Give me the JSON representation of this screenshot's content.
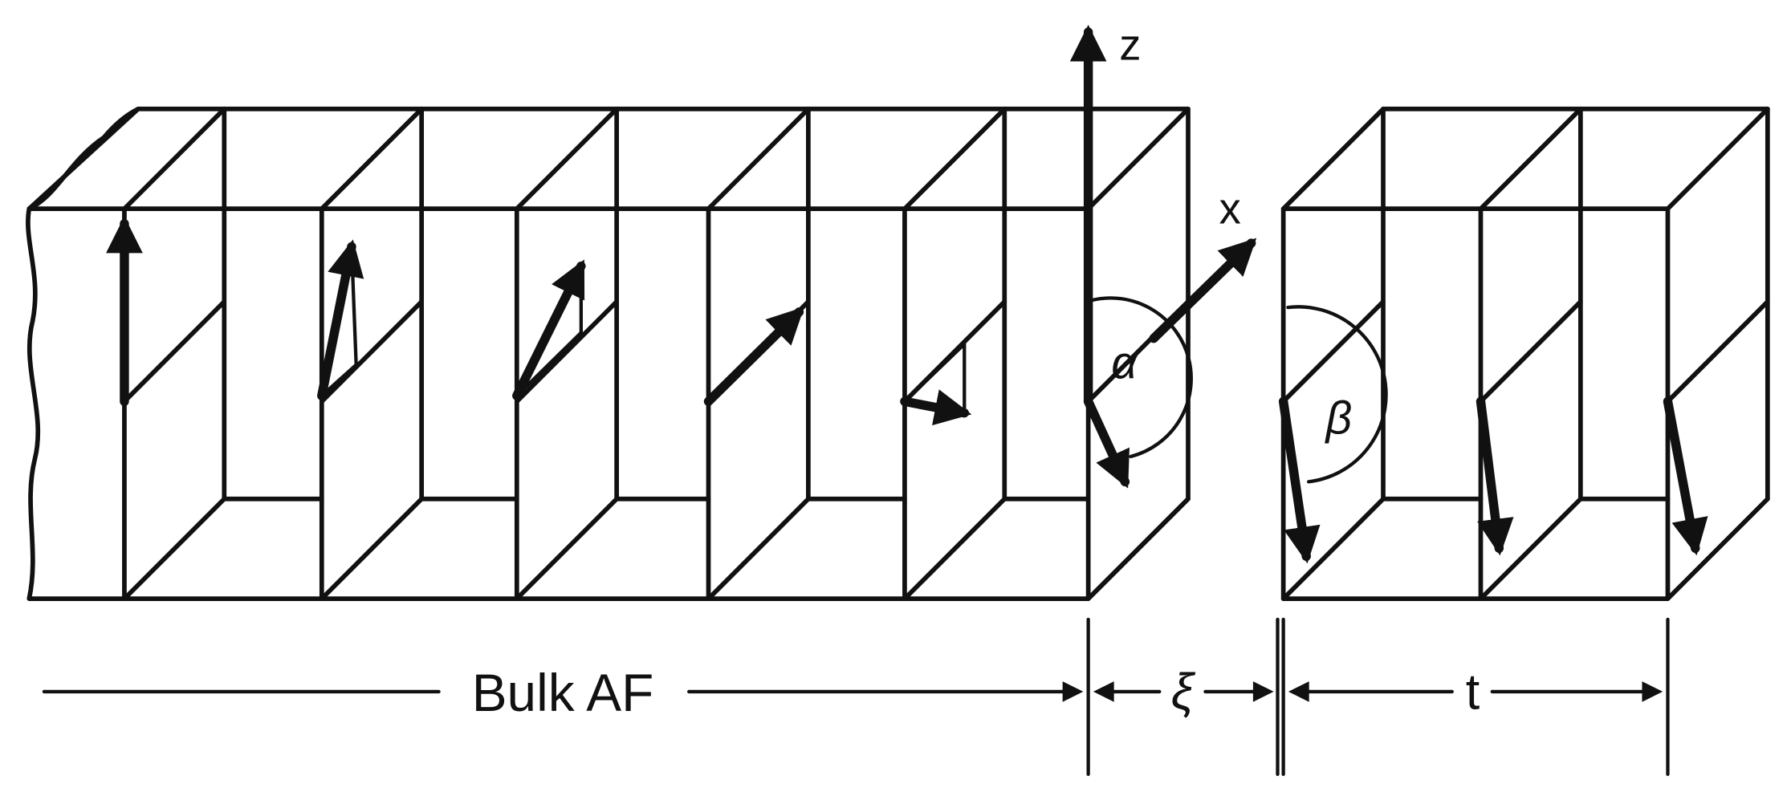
{
  "axes": {
    "z_label": "z",
    "x_label": "x"
  },
  "angles": {
    "alpha": "α",
    "beta": "β"
  },
  "dimensions": {
    "bulk_label": "Bulk AF",
    "xi_label": "ξ",
    "t_label": "t"
  }
}
